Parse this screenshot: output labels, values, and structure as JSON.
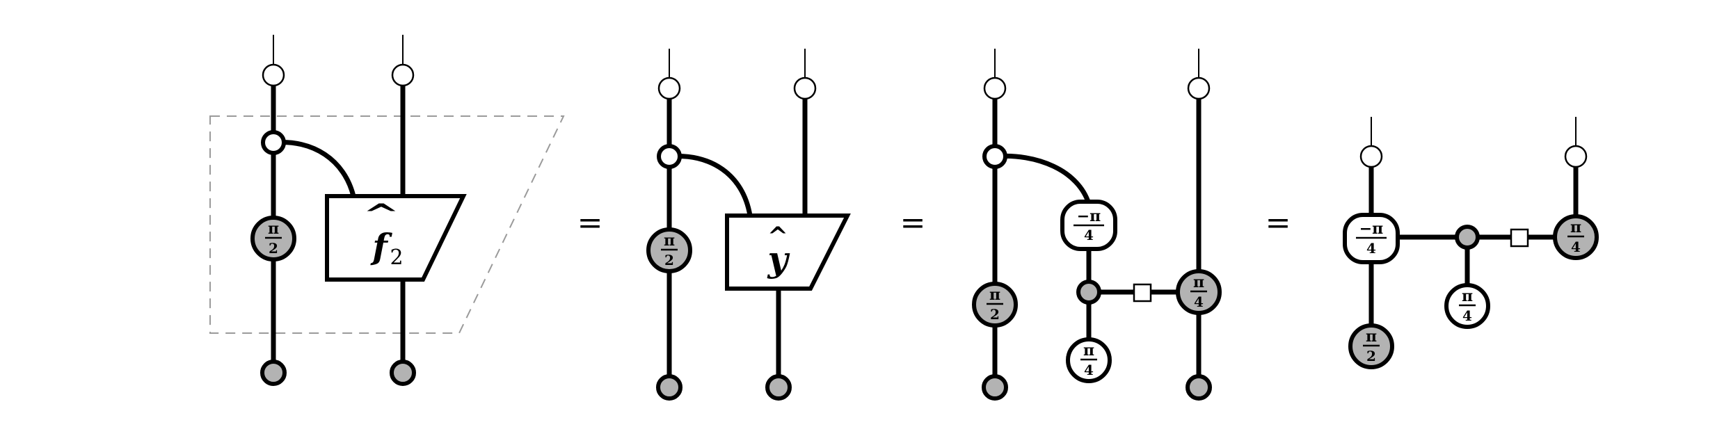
{
  "equals_sign": "=",
  "labels": {
    "pi_half_num": "π",
    "pi_half_den": "2",
    "pi_quarter_num": "π",
    "pi_quarter_den": "4",
    "neg_pi_quarter_num": "−π",
    "neg_pi_quarter_den": "4",
    "f_hat_main": "f",
    "f_hat_sub": "2",
    "y_hat": "y",
    "hat": "^"
  }
}
